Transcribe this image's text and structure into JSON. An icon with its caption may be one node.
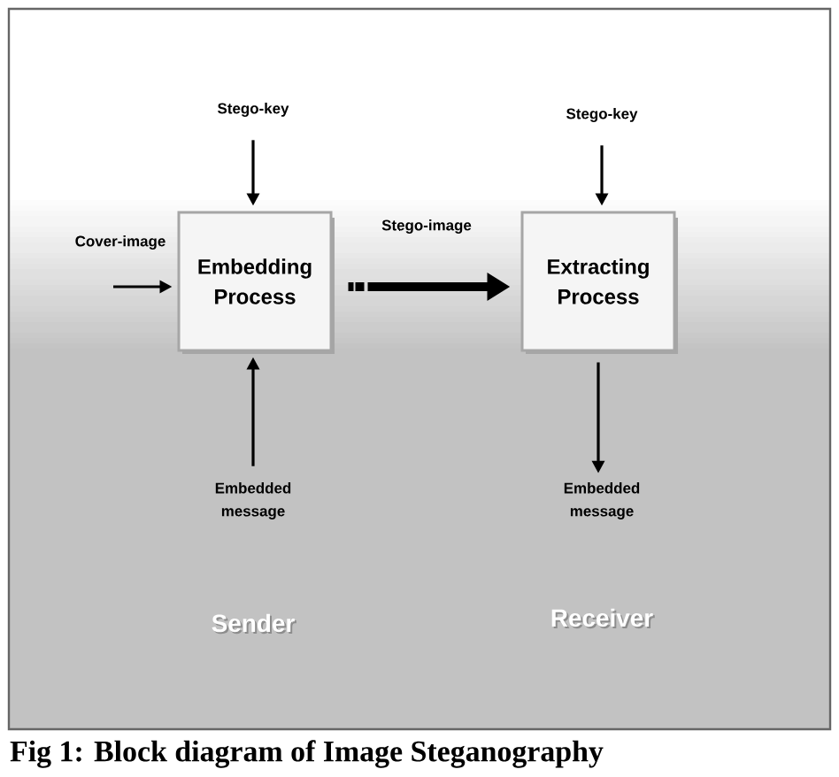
{
  "diagram": {
    "caption": "Fig 1: Block diagram of   Image Steganography",
    "nodes": [
      {
        "text": [
          "Stego-key"
        ]
      },
      {
        "text": [
          "Stego-key"
        ]
      },
      {
        "text": [
          "Cover-image"
        ]
      },
      {
        "text": [
          "Embedding Process"
        ]
      },
      {
        "text": [
          "Extracting Process"
        ]
      },
      {
        "text": [
          "Embedded message"
        ]
      },
      {
        "text": [
          "Embedded message"
        ]
      }
    ],
    "edges": [
      {
        "from": 0,
        "to": 3,
        "arrow": "to"
      },
      {
        "from": 1,
        "to": 4,
        "arrow": "to"
      },
      {
        "from": 2,
        "to": 3,
        "arrow": "to"
      },
      {
        "from": 3,
        "to": 4,
        "arrow": "to",
        "label": "Stego-image",
        "style": "thick"
      },
      {
        "from": 5,
        "to": 3,
        "arrow": "to"
      },
      {
        "from": 4,
        "to": 6,
        "arrow": "to"
      }
    ],
    "labels": [
      "Sender",
      "Receiver"
    ]
  }
}
